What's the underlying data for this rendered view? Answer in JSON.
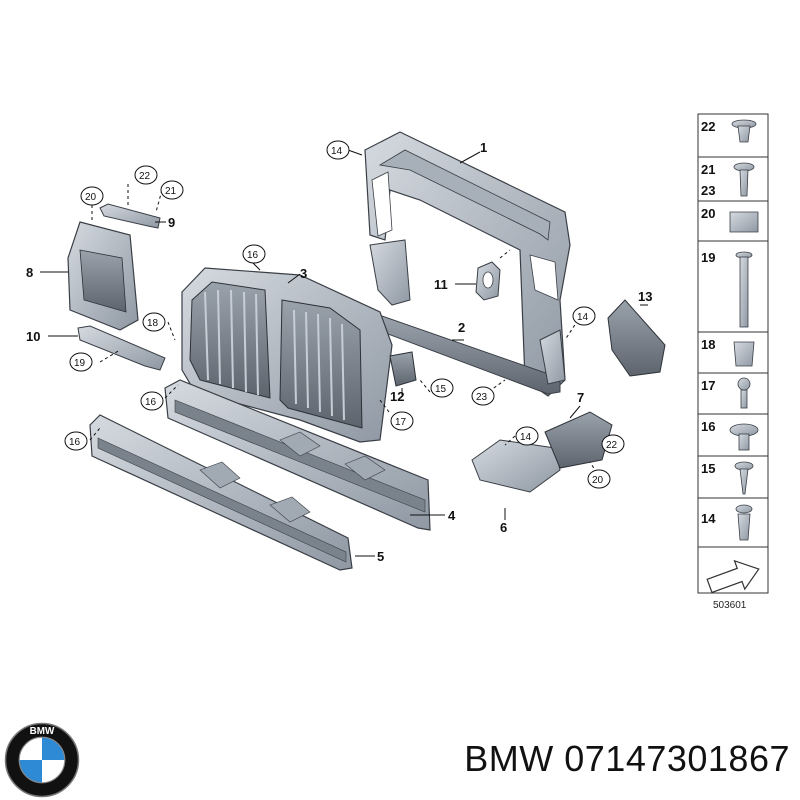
{
  "diagram": {
    "callouts": {
      "p1": "1",
      "p2": "2",
      "p3": "3",
      "p4": "4",
      "p5": "5",
      "p6": "6",
      "p7": "7",
      "p8": "8",
      "p9": "9",
      "p10": "10",
      "p11": "11",
      "p12": "12",
      "p13": "13"
    },
    "circled": {
      "c14a": "14",
      "c14b": "14",
      "c14c": "14",
      "c16a": "16",
      "c16b": "16",
      "c16c": "16",
      "c17": "17",
      "c18": "18",
      "c19": "19",
      "c20a": "20",
      "c20b": "20",
      "c21": "21",
      "c22a": "22",
      "c22b": "22",
      "c15": "15",
      "c23": "23"
    },
    "fasteners": [
      "22",
      "21",
      "23",
      "20",
      "19",
      "18",
      "17",
      "16",
      "15",
      "14"
    ],
    "reference_number": "503601"
  },
  "footer": {
    "logo_text": "BMW",
    "caption": "BMW 07147301867"
  },
  "colors": {
    "part_fill": "#b9c0c8",
    "part_dark": "#8a929c",
    "part_stroke": "#3a3f46",
    "line": "#111111",
    "logo_blue": "#2f8ad6"
  }
}
